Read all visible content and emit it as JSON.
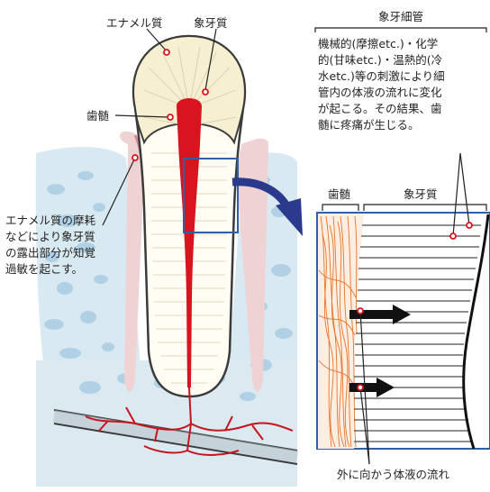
{
  "labels": {
    "enamel": "エナメル質",
    "dentin": "象牙質",
    "pulp": "歯髄",
    "tubule_title": "象牙細管",
    "zoom_pulp": "歯髄",
    "zoom_dentin": "象牙質",
    "fluid_flow": "外に向かう体液の流れ"
  },
  "notes": {
    "abrasion": [
      "エナメル質の摩耗",
      "などにより象牙質",
      "の露出部分が知覚",
      "過敏を起こす。"
    ],
    "stimulus": [
      "機械的(摩擦etc.)・化学",
      "的(甘味etc.)・温熱的(冷",
      "水etc.)等の刺激により細",
      "管内の体液の流れに変化",
      "が起こる。その結果、歯",
      "髄に疼痛が生じる。"
    ]
  },
  "colors": {
    "pulp_red": "#d8141e",
    "nerve_red": "#c8141e",
    "enamel": "#fbf6e4",
    "dentin": "#fffdf5",
    "gum": "#eed4d4",
    "bone": "#d8e8f0",
    "zoom_border": "#2e5fa8",
    "arrow_blue": "#2b3a8c",
    "pulp_tissue": "#e8732a"
  }
}
